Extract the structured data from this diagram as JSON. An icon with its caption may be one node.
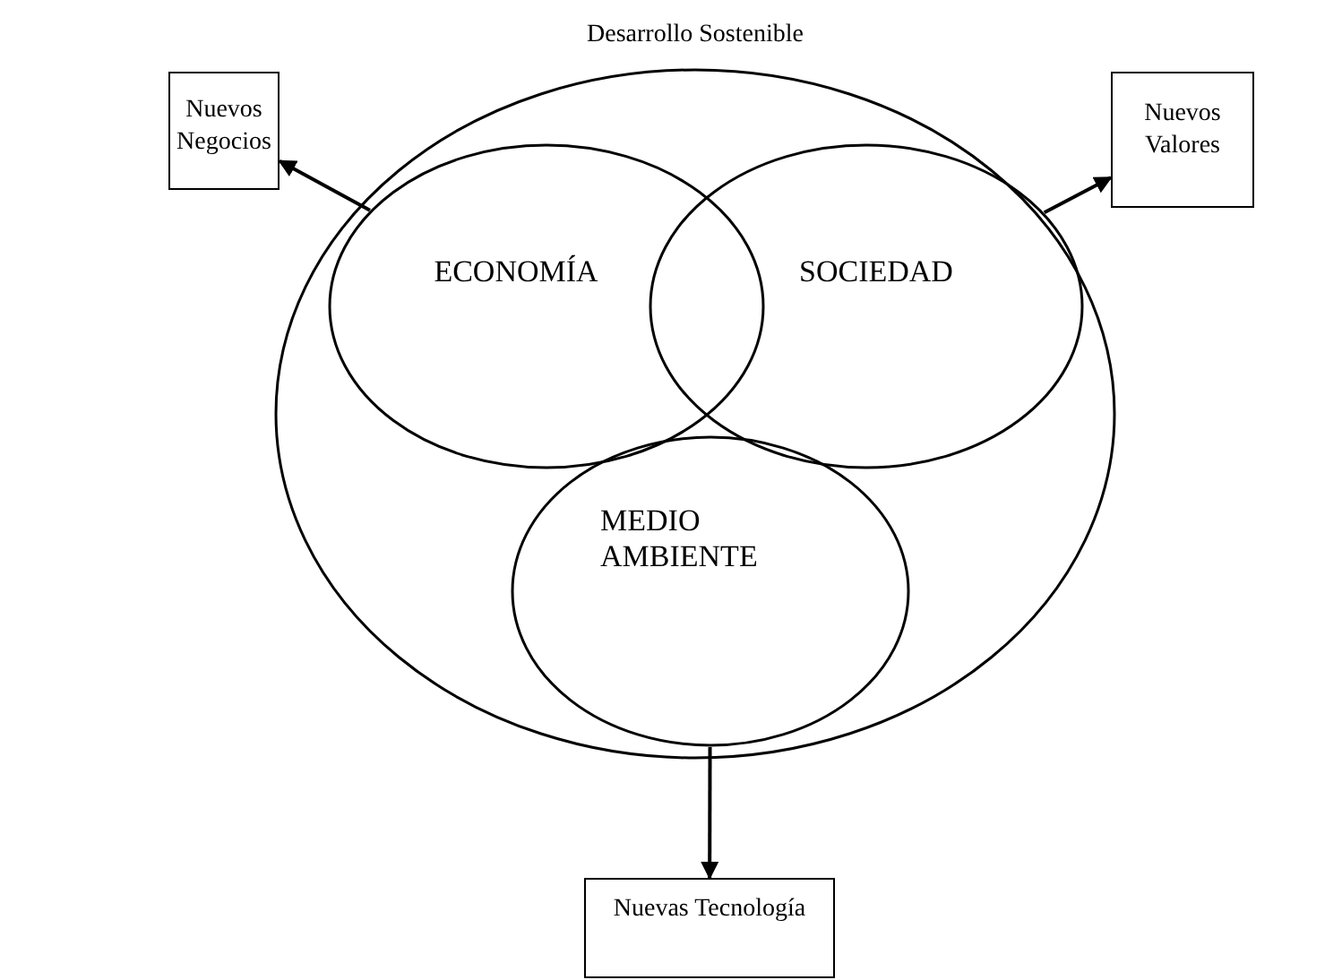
{
  "diagram": {
    "nodes": [
      {
        "text": [
          "Desarrollo Sostenible"
        ]
      },
      {
        "text": [
          "ECONOMÍA"
        ],
        "in": 0
      },
      {
        "text": [
          "SOCIEDAD"
        ],
        "in": 0
      },
      {
        "text": [
          "MEDIO AMBIENTE"
        ],
        "in": 0
      },
      {
        "text": [
          "Nuevos Negocios"
        ]
      },
      {
        "text": [
          "Nuevos Valores"
        ]
      },
      {
        "text": [
          "Nuevas Tecnología"
        ]
      }
    ],
    "edges": [
      {
        "from": 1,
        "to": 4,
        "arrow": "to"
      },
      {
        "from": 2,
        "to": 5,
        "arrow": "to"
      },
      {
        "from": 3,
        "to": 6,
        "arrow": "to"
      }
    ]
  }
}
